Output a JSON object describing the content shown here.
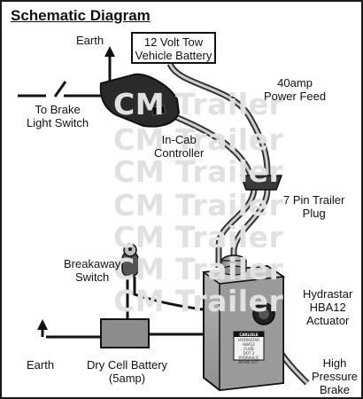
{
  "title": "Schematic Diagram",
  "watermark": "CM Trailer",
  "labels": {
    "earth_top": "Earth",
    "battery_tow": "12 Volt Tow\nVehicle Battery",
    "power_feed": "40amp\nPower Feed",
    "brake_switch": "To Brake\nLight Switch",
    "controller": "In-Cab\nController",
    "trailer_plug": "7 Pin Trailer\nPlug",
    "breakaway": "Breakaway\nSwitch",
    "actuator": "Hydrastar\nHBA12\nActuator",
    "earth_bottom": "Earth",
    "dry_cell": "Dry Cell Battery\n(5amp)",
    "brake_line": "High\nPressure\nBrake Line",
    "actuator_tag_title": "CARLISLE",
    "actuator_tag_text": "HYDRASTAR\nHBA12\nFLUID\nDOT 3\nHYDRAULIC\nBRAKE ACT."
  }
}
